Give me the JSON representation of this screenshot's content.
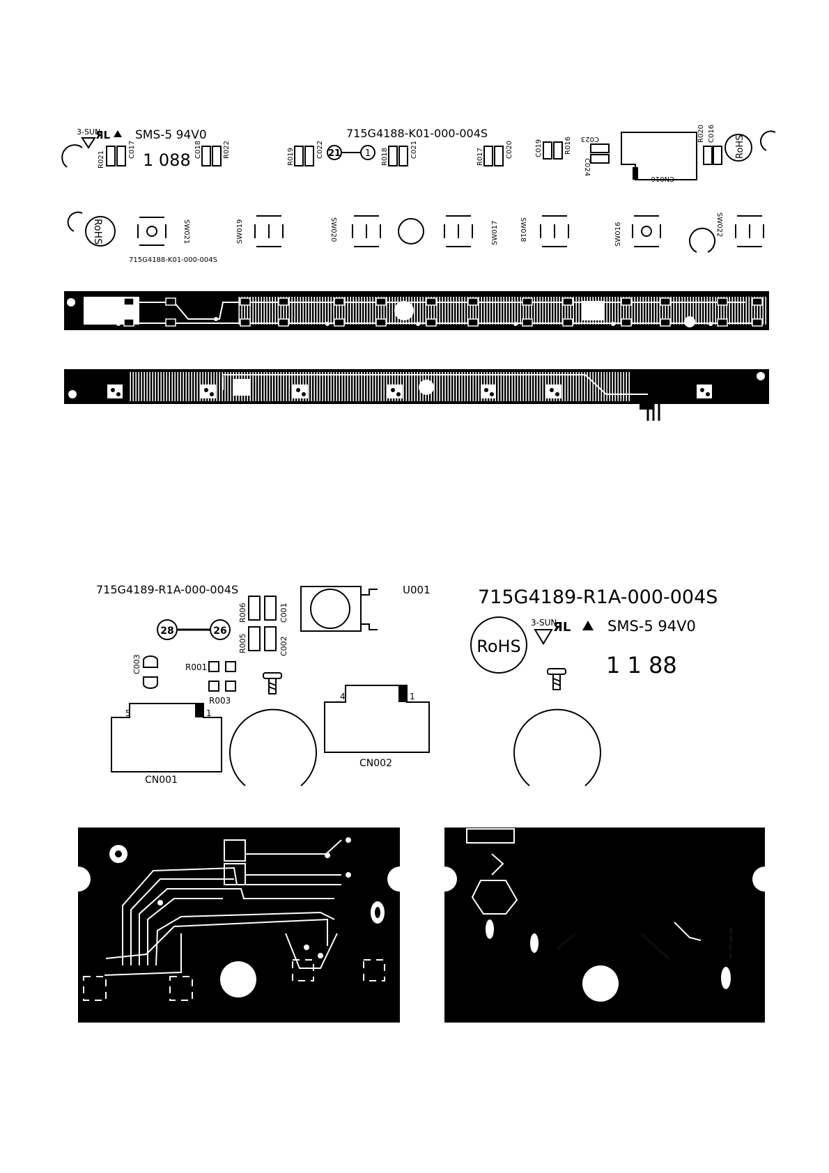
{
  "board1": {
    "part_number": "715G4188-K01-000-004S",
    "part_number_small": "715G4188-K01-000-004S",
    "maker": "3-SUN",
    "ul_mark": "ЯL",
    "flammability": "SMS-5  94V0",
    "date_code": "1 088",
    "rohs": "RoHS",
    "jumper_a": "21",
    "jumper_b": "1",
    "refs": {
      "r021": "R021",
      "c017": "C017",
      "c018": "C018",
      "r022": "R022",
      "r019": "R019",
      "c022": "C022",
      "r018": "R018",
      "c021": "C021",
      "r017": "R017",
      "c020": "C020",
      "c019": "C019",
      "r016": "R016",
      "c023": "C023",
      "c024": "C024",
      "r020": "R020",
      "c016": "C016",
      "cn016": "CN016"
    },
    "switches": [
      "SW021",
      "SW019",
      "SW020",
      "SW017",
      "SW018",
      "SW016",
      "SW022"
    ]
  },
  "board2": {
    "part_number_left": "715G4189-R1A-000-004S",
    "part_number_right": "715G4189-R1A-000-004S",
    "maker": "3-SUN",
    "ul_mark": "ЯL",
    "flammability": "SMS-5  94V0",
    "date_code": "1 1 88",
    "rohs": "RoHS",
    "jumper_a": "28",
    "jumper_b": "26",
    "refs": {
      "r006": "R006",
      "c001": "C001",
      "r005": "R005",
      "c002": "C002",
      "c003": "C003",
      "r001": "R001",
      "r003": "R003",
      "u001": "U001",
      "cn001": "CN001",
      "cn002": "CN002"
    },
    "pins": {
      "cn001_left": "5",
      "cn001_right": "1",
      "cn002_left": "4",
      "cn002_right": "1"
    }
  }
}
